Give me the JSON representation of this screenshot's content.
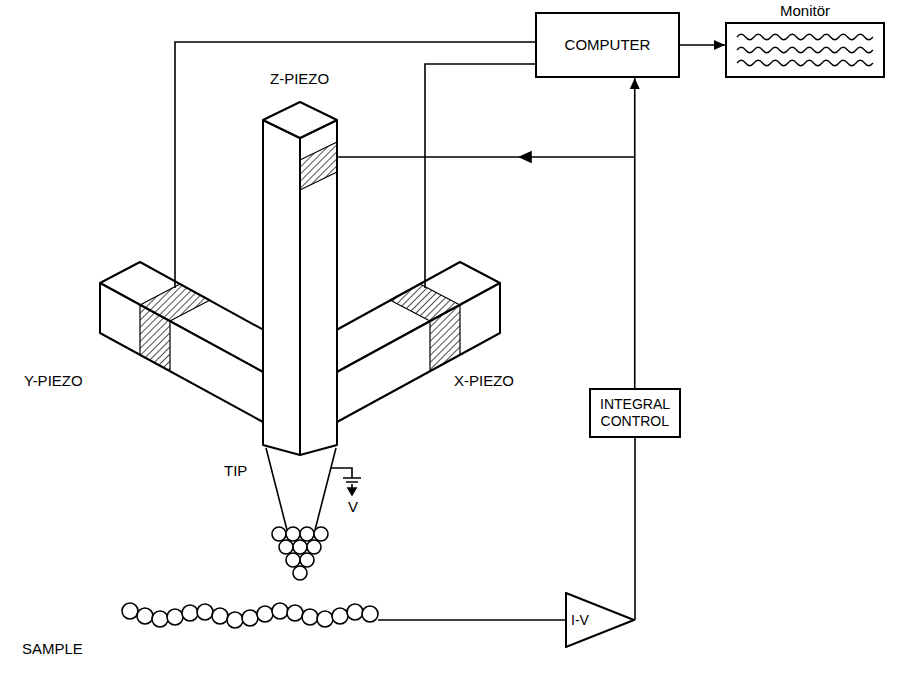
{
  "diagram": {
    "nodes": [
      {
        "text": [
          "COMPUTER"
        ]
      },
      {
        "text": [
          "Monitör"
        ]
      },
      {
        "text": [
          "INTEGRAL CONTROL"
        ]
      },
      {
        "text": [
          "I-V"
        ]
      }
    ],
    "edges": [
      {
        "from": 0,
        "to": 1,
        "arrow": "to"
      },
      {
        "from": 3,
        "to": 2,
        "arrow": "none"
      },
      {
        "from": 2,
        "to": 0,
        "arrow": "to"
      }
    ],
    "labels": [
      "Z-PIEZO",
      "Y-PIEZO",
      "X-PIEZO",
      "TIP",
      "V",
      "SAMPLE"
    ]
  }
}
